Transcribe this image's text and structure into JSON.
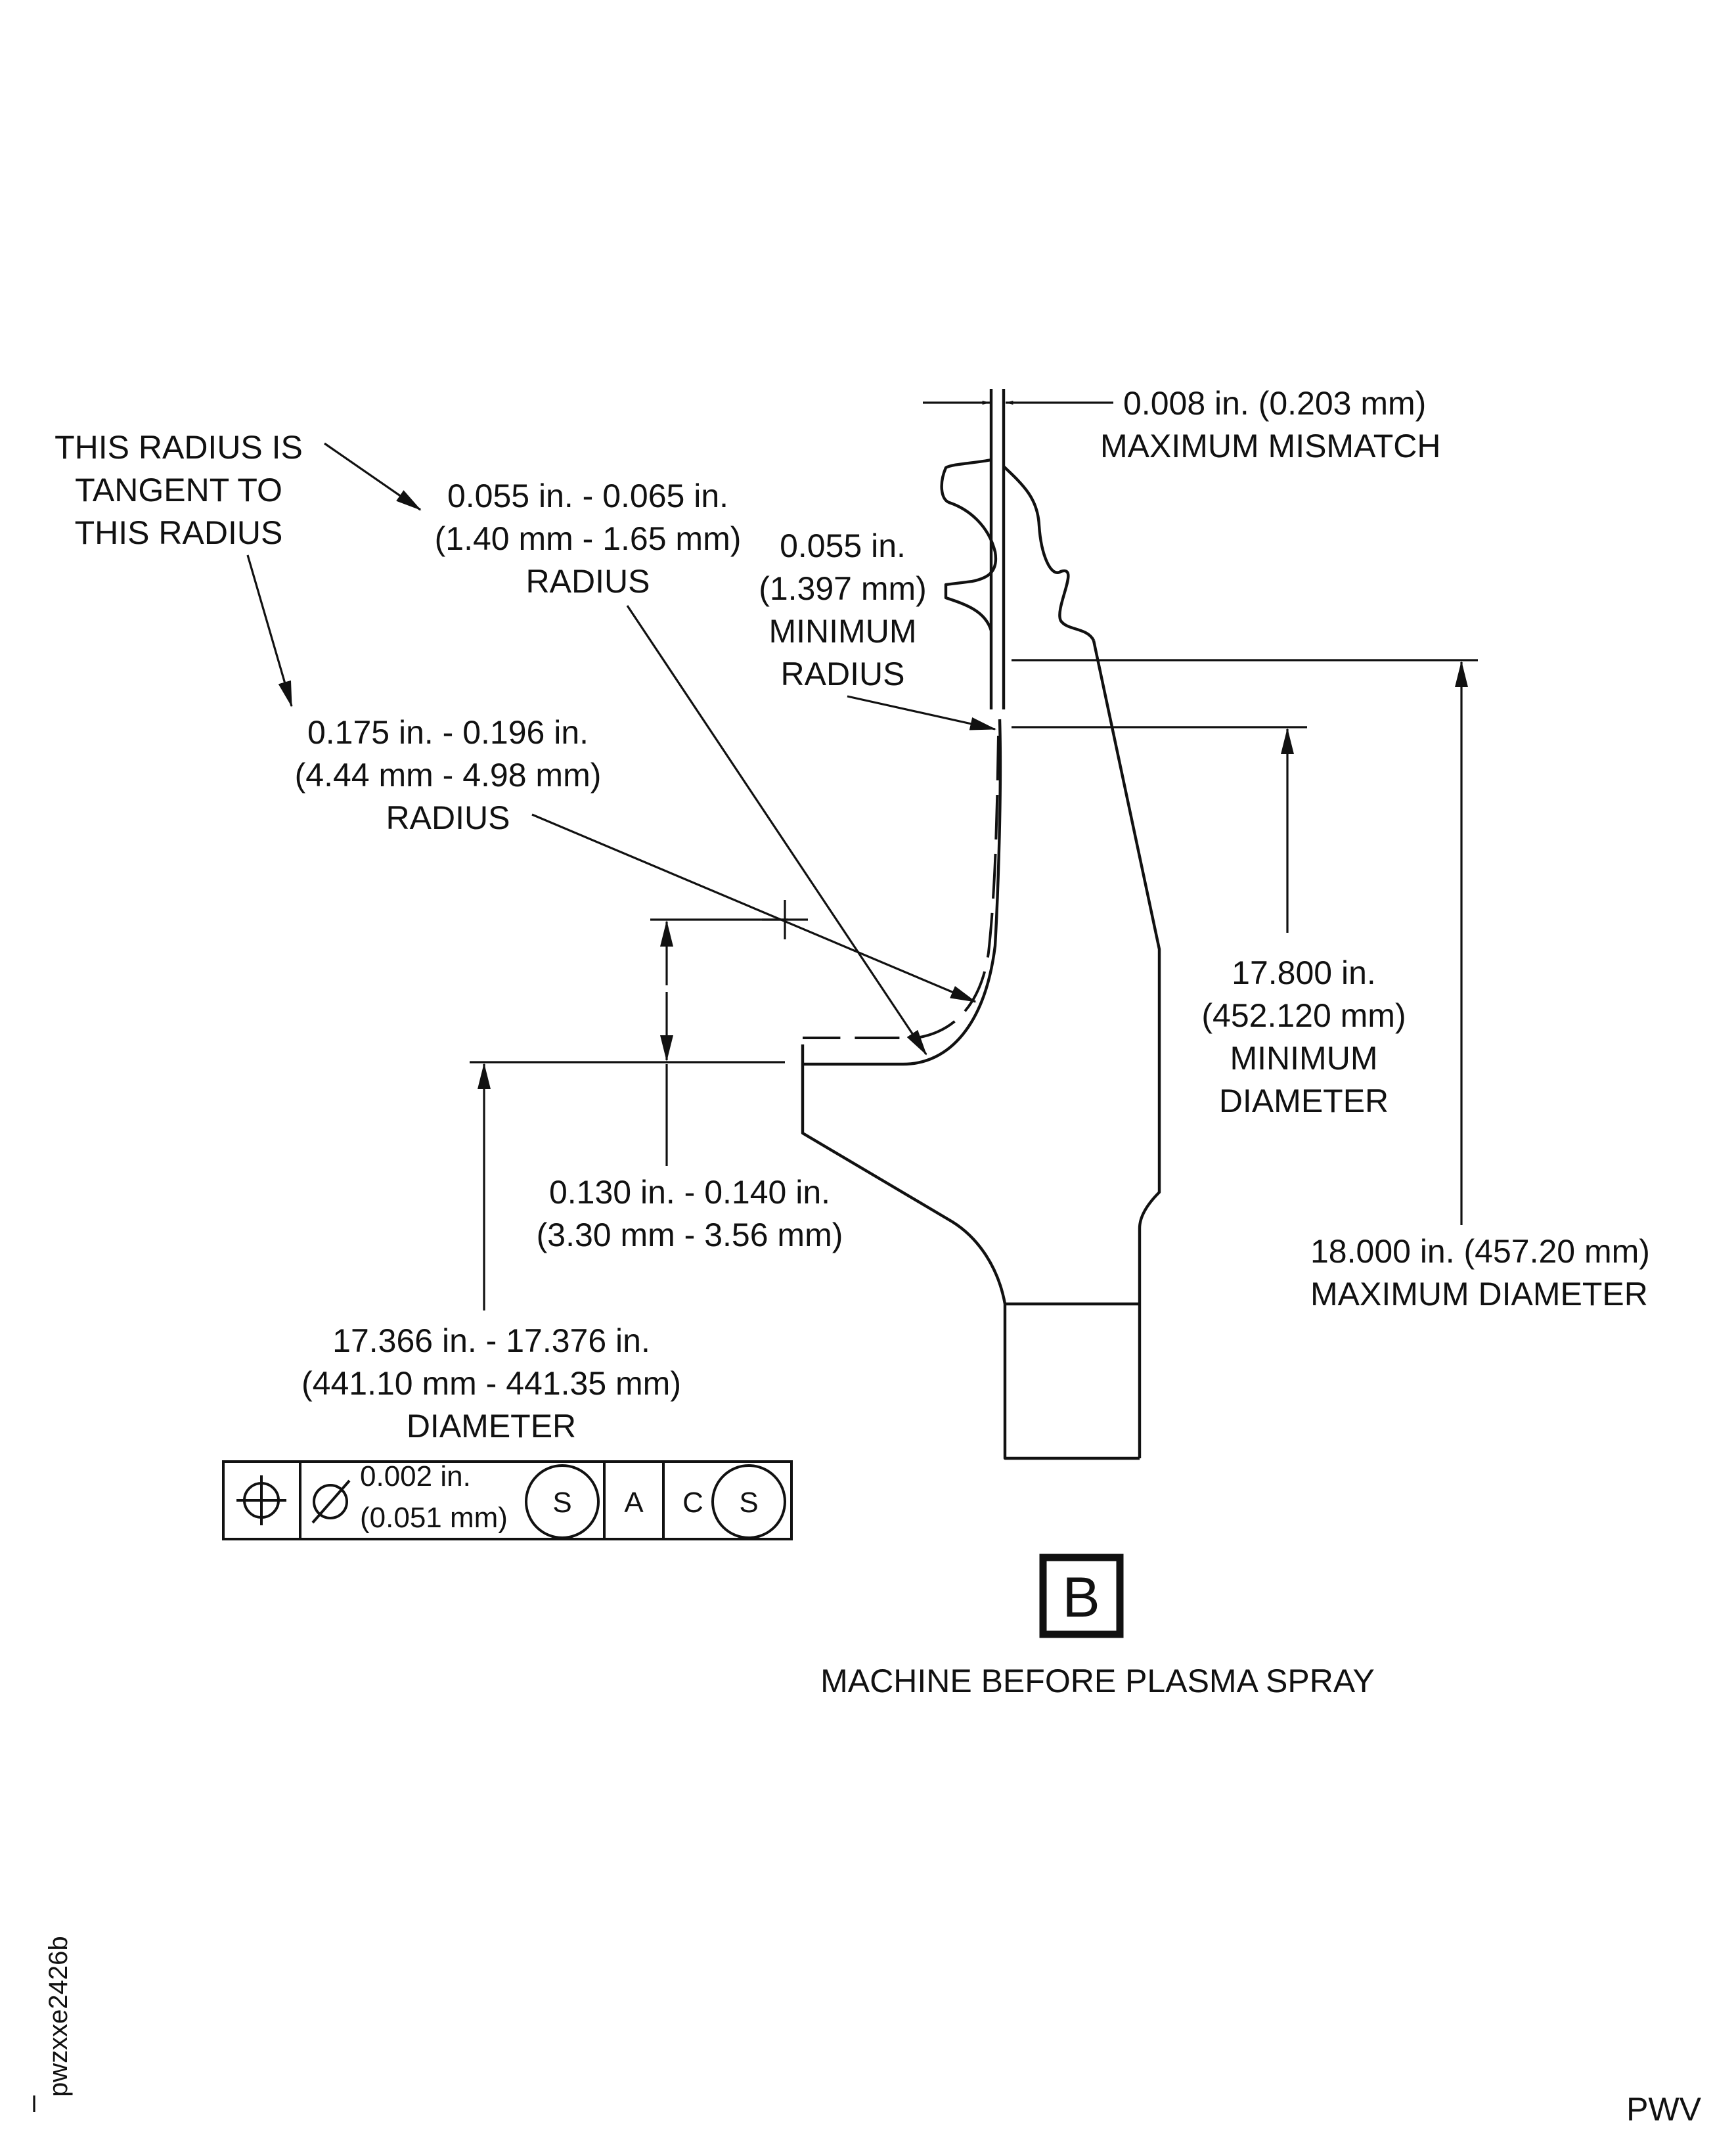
{
  "annotations": {
    "tangent_note": [
      "THIS RADIUS IS",
      "TANGENT TO",
      "THIS RADIUS"
    ],
    "radius_055_065": [
      "0.055 in. - 0.065 in.",
      "(1.40 mm - 1.65 mm)",
      "RADIUS"
    ],
    "min_radius": [
      "0.055 in.",
      "(1.397 mm)",
      "MINIMUM",
      "RADIUS"
    ],
    "radius_175_196": [
      "0.175 in. - 0.196 in.",
      "(4.44 mm - 4.98 mm)",
      "RADIUS"
    ],
    "mismatch": [
      "0.008 in. (0.203 mm)",
      "MAXIMUM MISMATCH"
    ],
    "min_diameter": [
      "17.800 in.",
      "(452.120 mm)",
      "MINIMUM",
      "DIAMETER"
    ],
    "max_diameter": [
      "18.000 in. (457.20 mm)",
      "MAXIMUM DIAMETER"
    ],
    "height_dim": [
      "0.130 in. - 0.140 in.",
      "(3.30 mm - 3.56 mm)"
    ],
    "diameter": [
      "17.366 in. - 17.376 in.",
      "(441.10 mm - 441.35 mm)",
      "DIAMETER"
    ]
  },
  "feature_control_frame": {
    "symbol_icon": "position-icon",
    "diameter_icon": "diameter-icon",
    "tolerance": [
      "0.002 in.",
      "(0.051 mm)"
    ],
    "modifier_1": "S",
    "datum_a": "A",
    "datum_c": "C",
    "modifier_2": "S"
  },
  "view": {
    "letter": "B",
    "caption": "MACHINE BEFORE PLASMA SPRAY"
  },
  "figure_id": "pwzxxe2426b",
  "footer_code": "PWV"
}
